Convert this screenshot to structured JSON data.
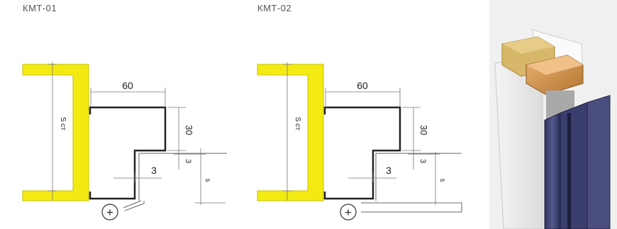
{
  "figures": [
    {
      "title": "КМТ-01",
      "dim_width": "60",
      "dim_height": "30",
      "dim_step": "3",
      "dim_small": "3",
      "dim_wall": "S ст",
      "dim_s": "s",
      "plus": "+"
    },
    {
      "title": "КМТ-02",
      "dim_width": "60",
      "dim_height": "30",
      "dim_step": "3",
      "dim_small": "3",
      "dim_wall": "S ст",
      "dim_s": "s",
      "plus": "+"
    }
  ],
  "colors": {
    "wall": "#f3ea12",
    "profile": "#222222",
    "dim": "#888888",
    "frame": "#3b3f6e",
    "wood": "#c8893f",
    "foam": "#d7b86a"
  }
}
